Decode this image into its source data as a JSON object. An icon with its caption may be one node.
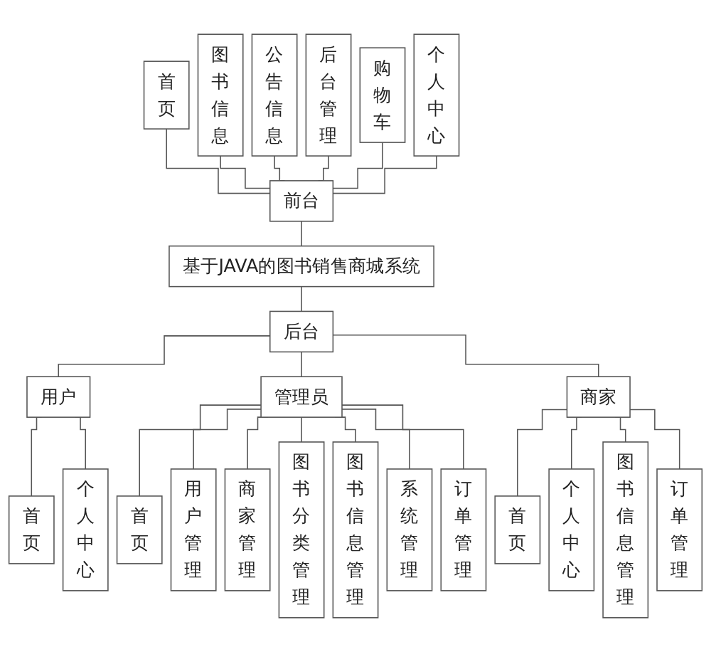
{
  "diagram": {
    "nodes": [
      {
        "text": [
          "首页"
        ]
      },
      {
        "text": [
          "图书信息"
        ]
      },
      {
        "text": [
          "公告信息"
        ]
      },
      {
        "text": [
          "后台管理"
        ]
      },
      {
        "text": [
          "购物车"
        ]
      },
      {
        "text": [
          "个人中心"
        ]
      },
      {
        "text": [
          "前台"
        ]
      },
      {
        "text": [
          "基于JAVA的图书销售商城系统"
        ]
      },
      {
        "text": [
          "后台"
        ]
      },
      {
        "text": [
          "用户"
        ]
      },
      {
        "text": [
          "管理员"
        ]
      },
      {
        "text": [
          "商家"
        ]
      },
      {
        "text": [
          "首页"
        ]
      },
      {
        "text": [
          "个人中心"
        ]
      },
      {
        "text": [
          "首页"
        ]
      },
      {
        "text": [
          "用户管理"
        ]
      },
      {
        "text": [
          "商家管理"
        ]
      },
      {
        "text": [
          "图书分类管理"
        ]
      },
      {
        "text": [
          "图书信息管理"
        ]
      },
      {
        "text": [
          "系统管理"
        ]
      },
      {
        "text": [
          "订单管理"
        ]
      },
      {
        "text": [
          "首页"
        ]
      },
      {
        "text": [
          "个人中心"
        ]
      },
      {
        "text": [
          "图书信息管理"
        ]
      },
      {
        "text": [
          "订单管理"
        ]
      }
    ],
    "edges": [
      {
        "from": 0,
        "to": 6,
        "arrow": "none"
      },
      {
        "from": 1,
        "to": 6,
        "arrow": "none"
      },
      {
        "from": 2,
        "to": 6,
        "arrow": "none"
      },
      {
        "from": 3,
        "to": 6,
        "arrow": "none"
      },
      {
        "from": 4,
        "to": 6,
        "arrow": "none"
      },
      {
        "from": 5,
        "to": 6,
        "arrow": "none"
      },
      {
        "from": 6,
        "to": 7,
        "arrow": "none"
      },
      {
        "from": 7,
        "to": 8,
        "arrow": "none"
      },
      {
        "from": 8,
        "to": 9,
        "arrow": "none"
      },
      {
        "from": 8,
        "to": 10,
        "arrow": "none"
      },
      {
        "from": 8,
        "to": 11,
        "arrow": "none"
      },
      {
        "from": 9,
        "to": 12,
        "arrow": "none"
      },
      {
        "from": 9,
        "to": 13,
        "arrow": "none"
      },
      {
        "from": 10,
        "to": 14,
        "arrow": "none"
      },
      {
        "from": 10,
        "to": 15,
        "arrow": "none"
      },
      {
        "from": 10,
        "to": 16,
        "arrow": "none"
      },
      {
        "from": 10,
        "to": 17,
        "arrow": "none"
      },
      {
        "from": 10,
        "to": 18,
        "arrow": "none"
      },
      {
        "from": 10,
        "to": 19,
        "arrow": "none"
      },
      {
        "from": 10,
        "to": 20,
        "arrow": "none"
      },
      {
        "from": 11,
        "to": 21,
        "arrow": "none"
      },
      {
        "from": 11,
        "to": 22,
        "arrow": "none"
      },
      {
        "from": 11,
        "to": 23,
        "arrow": "none"
      },
      {
        "from": 11,
        "to": 24,
        "arrow": "none"
      }
    ]
  }
}
